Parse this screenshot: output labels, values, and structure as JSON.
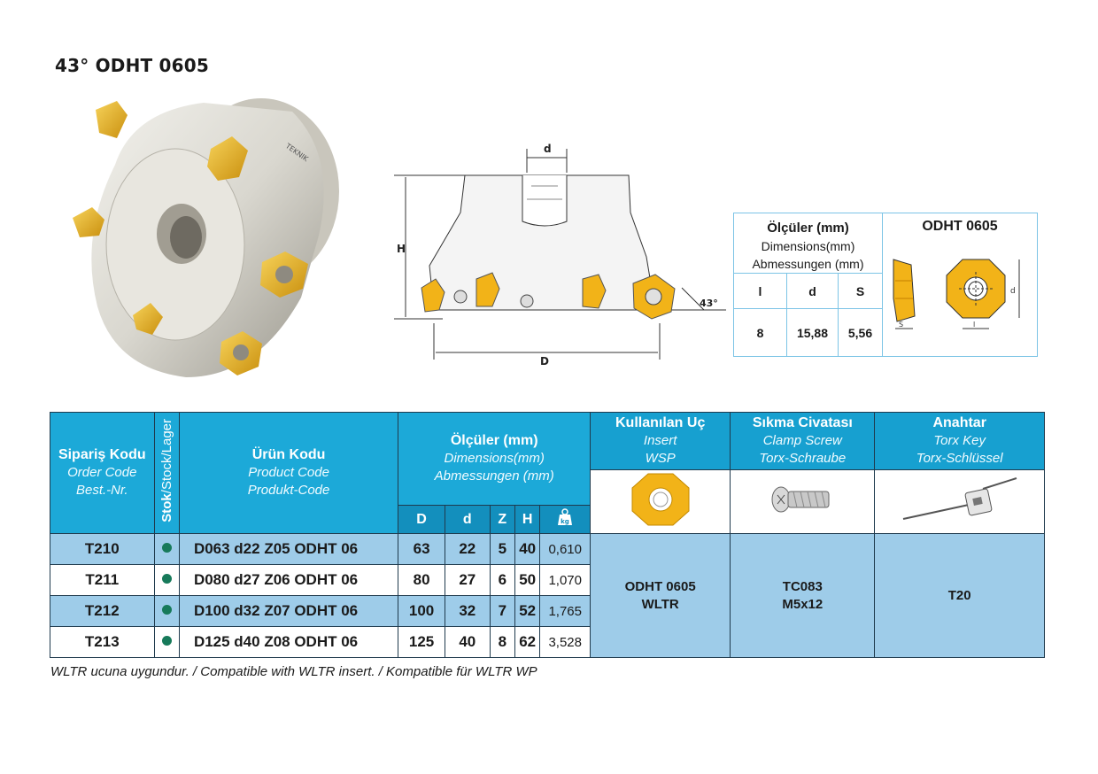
{
  "title": "43° ODHT 0605",
  "drawing": {
    "label_d": "d",
    "label_H": "H",
    "label_D": "D",
    "label_angle": "43°"
  },
  "dimbox": {
    "hdr_tr": "Ölçüler (mm)",
    "hdr_en": "Dimensions(mm)",
    "hdr_de": "Abmessungen (mm)",
    "cols": [
      "l",
      "d",
      "S"
    ],
    "vals": [
      "8",
      "15,88",
      "5,56"
    ],
    "insert_title": "ODHT 0605",
    "lbl_s": "S",
    "lbl_l": "l",
    "lbl_d": "d"
  },
  "table": {
    "order": {
      "tr": "Sipariş Kodu",
      "en": "Order Code",
      "de": "Best.-Nr."
    },
    "stock": {
      "tr": "Stok",
      "rest": "/Stock/Lager"
    },
    "product": {
      "tr": "Ürün Kodu",
      "en": "Product Code",
      "de": "Produkt-Code"
    },
    "dims": {
      "tr": "Ölçüler (mm)",
      "en": "Dimensions(mm)",
      "de": "Abmessungen (mm)"
    },
    "insert": {
      "tr": "Kullanılan Uç",
      "en": "Insert",
      "de": "WSP"
    },
    "screw": {
      "tr": "Sıkma Civatası",
      "en": "Clamp Screw",
      "de": "Torx-Schraube"
    },
    "key": {
      "tr": "Anahtar",
      "en": "Torx Key",
      "de": "Torx-Schlüssel"
    },
    "sub": [
      "D",
      "d",
      "Z",
      "H"
    ],
    "kg": "kg",
    "rows": [
      {
        "order": "T210",
        "product": "D063 d22 Z05 ODHT 06",
        "D": "63",
        "d": "22",
        "Z": "5",
        "H": "40",
        "w": "0,610"
      },
      {
        "order": "T211",
        "product": "D080 d27 Z06 ODHT 06",
        "D": "80",
        "d": "27",
        "Z": "6",
        "H": "50",
        "w": "1,070"
      },
      {
        "order": "T212",
        "product": "D100 d32 Z07 ODHT 06",
        "D": "100",
        "d": "32",
        "Z": "7",
        "H": "52",
        "w": "1,765"
      },
      {
        "order": "T213",
        "product": "D125 d40 Z08 ODHT 06",
        "D": "125",
        "d": "40",
        "Z": "8",
        "H": "62",
        "w": "3,528"
      }
    ],
    "insert_val": {
      "l1": "ODHT 0605",
      "l2": "WLTR"
    },
    "screw_val": {
      "l1": "TC083",
      "l2": "M5x12"
    },
    "key_val": "T20"
  },
  "note": "WLTR ucuna uygundur. / Compatible with WLTR insert. / Kompatible für WLTR WP",
  "colors": {
    "header": "#1ca9d8",
    "row_alt": "#9ecce9",
    "insert_gold": "#f2b318",
    "stock_dot": "#177a5a"
  },
  "icons": [
    "milling-cutter-photo",
    "technical-drawing",
    "insert-icon",
    "screw-icon",
    "torx-key-icon",
    "weight-icon",
    "stock-dot-icon"
  ]
}
